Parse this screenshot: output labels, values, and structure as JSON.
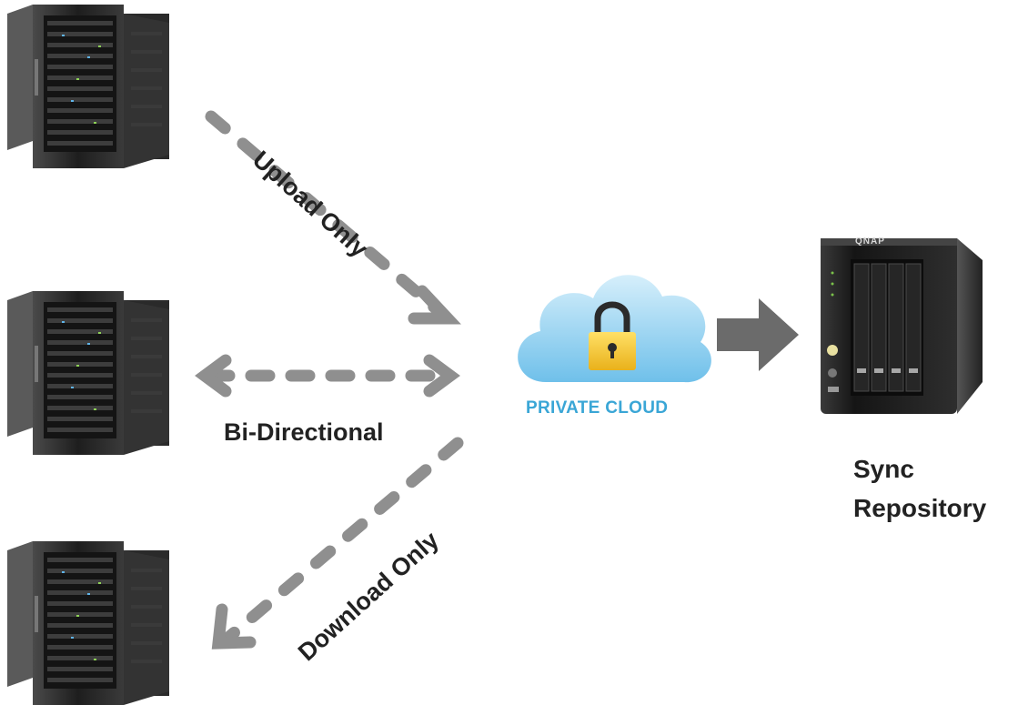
{
  "diagram": {
    "links": {
      "upload": {
        "label": "Upload Only"
      },
      "bidirectional": {
        "label": "Bi-Directional"
      },
      "download": {
        "label": "Download Only"
      }
    },
    "cloud": {
      "label": "PRIVATE CLOUD"
    },
    "nas": {
      "brand": "QNAP",
      "label_line1": "Sync",
      "label_line2": "Repository"
    },
    "servers": [
      {
        "id": "server-top"
      },
      {
        "id": "server-middle"
      },
      {
        "id": "server-bottom"
      }
    ],
    "colors": {
      "arrow": "#8f8f8f",
      "solid_arrow": "#6b6b6b",
      "cloud": "#9fd6f3",
      "lock": "#f3c42f",
      "cloud_text": "#3aa6d6",
      "server": "#2b2b2b",
      "nas": "#1d1d1d"
    }
  }
}
